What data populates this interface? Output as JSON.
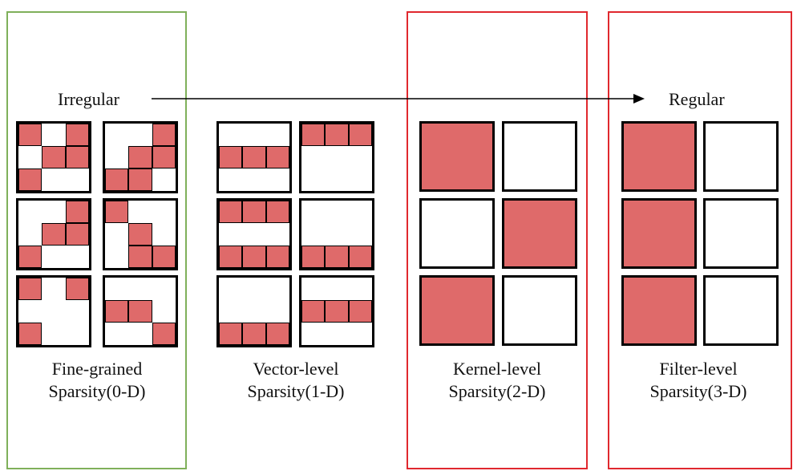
{
  "colors": {
    "filled": "#df6a6a",
    "empty": "#ffffff",
    "green_frame": "#7fb05a",
    "red_frame": "#e0282e",
    "line": "#000000"
  },
  "arrow": {
    "start_label": "Irregular",
    "end_label": "Regular"
  },
  "groups": [
    {
      "id": "fine",
      "title_line1": "Fine-grained",
      "title_line2": "Sparsity(0-D)",
      "frame": "green",
      "kernels": [
        {
          "grid": 3,
          "filled": [
            [
              0,
              0
            ],
            [
              0,
              2
            ],
            [
              1,
              1
            ],
            [
              1,
              2
            ],
            [
              2,
              0
            ]
          ]
        },
        {
          "grid": 3,
          "filled": [
            [
              0,
              2
            ],
            [
              1,
              1
            ],
            [
              1,
              2
            ],
            [
              2,
              0
            ],
            [
              2,
              1
            ]
          ]
        },
        {
          "grid": 3,
          "filled": [
            [
              0,
              2
            ],
            [
              1,
              1
            ],
            [
              1,
              2
            ],
            [
              2,
              0
            ]
          ]
        },
        {
          "grid": 3,
          "filled": [
            [
              0,
              0
            ],
            [
              1,
              1
            ],
            [
              2,
              1
            ],
            [
              2,
              2
            ]
          ]
        },
        {
          "grid": 3,
          "filled": [
            [
              0,
              0
            ],
            [
              0,
              2
            ],
            [
              2,
              0
            ]
          ]
        },
        {
          "grid": 3,
          "filled": [
            [
              1,
              0
            ],
            [
              1,
              1
            ],
            [
              2,
              2
            ]
          ]
        }
      ]
    },
    {
      "id": "vector",
      "title_line1": "Vector-level",
      "title_line2": "Sparsity(1-D)",
      "frame": "none",
      "kernels": [
        {
          "grid": 3,
          "filled": [
            [
              1,
              0
            ],
            [
              1,
              1
            ],
            [
              1,
              2
            ]
          ]
        },
        {
          "grid": 3,
          "filled": [
            [
              0,
              0
            ],
            [
              0,
              1
            ],
            [
              0,
              2
            ]
          ]
        },
        {
          "grid": 3,
          "filled": [
            [
              0,
              0
            ],
            [
              0,
              1
            ],
            [
              0,
              2
            ],
            [
              2,
              0
            ],
            [
              2,
              1
            ],
            [
              2,
              2
            ]
          ]
        },
        {
          "grid": 3,
          "filled": [
            [
              2,
              0
            ],
            [
              2,
              1
            ],
            [
              2,
              2
            ]
          ]
        },
        {
          "grid": 3,
          "filled": [
            [
              2,
              0
            ],
            [
              2,
              1
            ],
            [
              2,
              2
            ]
          ]
        },
        {
          "grid": 3,
          "filled": [
            [
              1,
              0
            ],
            [
              1,
              1
            ],
            [
              1,
              2
            ]
          ]
        }
      ]
    },
    {
      "id": "kernel",
      "title_line1": "Kernel-level",
      "title_line2": "Sparsity(2-D)",
      "frame": "red",
      "kernels": [
        {
          "grid": 1,
          "filled": [
            [
              0,
              0
            ]
          ]
        },
        {
          "grid": 1,
          "filled": []
        },
        {
          "grid": 1,
          "filled": []
        },
        {
          "grid": 1,
          "filled": [
            [
              0,
              0
            ]
          ]
        },
        {
          "grid": 1,
          "filled": [
            [
              0,
              0
            ]
          ]
        },
        {
          "grid": 1,
          "filled": []
        }
      ]
    },
    {
      "id": "filter",
      "title_line1": "Filter-level",
      "title_line2": "Sparsity(3-D)",
      "frame": "red",
      "kernels": [
        {
          "grid": 1,
          "filled": [
            [
              0,
              0
            ]
          ]
        },
        {
          "grid": 1,
          "filled": []
        },
        {
          "grid": 1,
          "filled": [
            [
              0,
              0
            ]
          ]
        },
        {
          "grid": 1,
          "filled": []
        },
        {
          "grid": 1,
          "filled": [
            [
              0,
              0
            ]
          ]
        },
        {
          "grid": 1,
          "filled": []
        }
      ]
    }
  ]
}
